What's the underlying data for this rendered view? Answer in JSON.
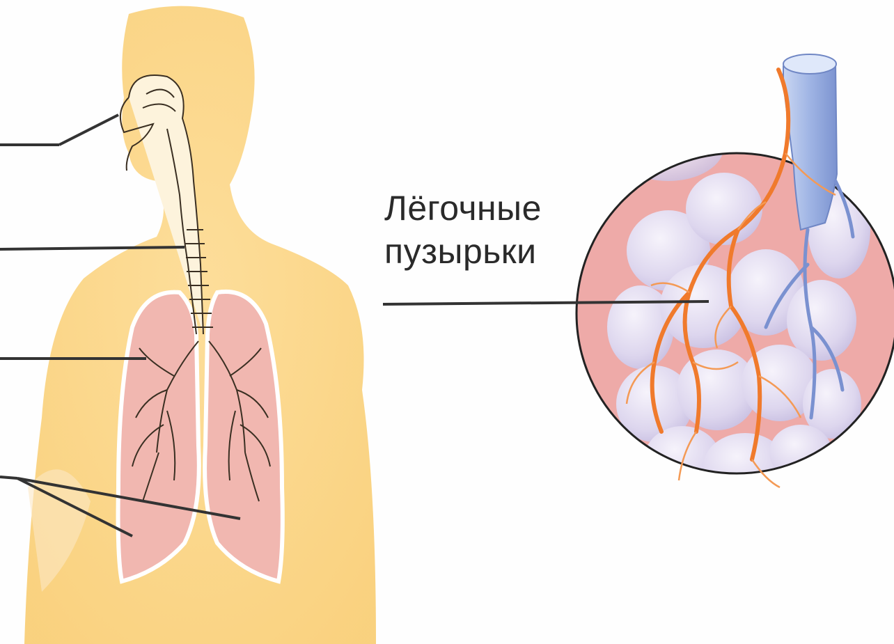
{
  "alveoli_label": {
    "line1": "Лёгочные",
    "line2": "пузырьки"
  },
  "colors": {
    "body_silhouette": "#fcd98a",
    "lung_fill": "#f1b7b0",
    "zoom_circle_fill": "#eeaaa8",
    "alveoli": "#e4dff0",
    "artery": "#f07a2c",
    "vein": "#8aa2d8",
    "leader_line": "#333333"
  },
  "icons": [
    "human-silhouette",
    "airway-icon",
    "lung-icon",
    "alveoli-cluster-icon",
    "blood-vessel-icon"
  ]
}
